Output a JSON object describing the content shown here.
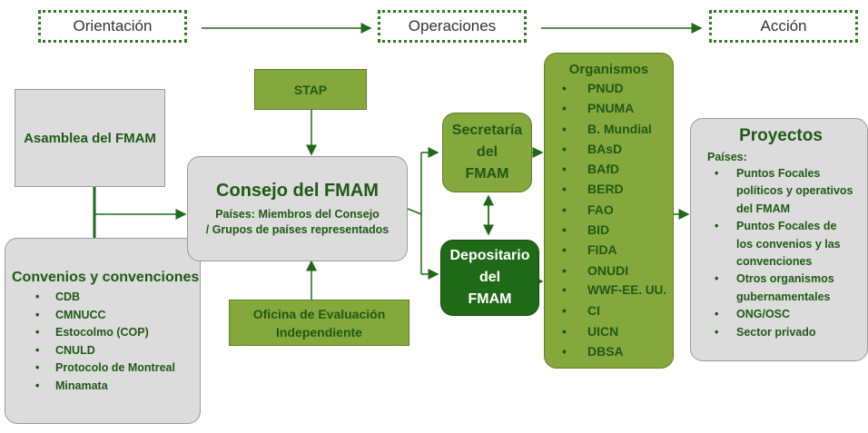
{
  "phases": {
    "orientacion": "Orientación",
    "operaciones": "Operaciones",
    "accion": "Acción"
  },
  "asamblea": {
    "label": "Asamblea del FMAM"
  },
  "convenios": {
    "title": "Convenios y convenciones",
    "items": [
      "CDB",
      "CMNUCC",
      "Estocolmo (COP)",
      "CNULD",
      "Protocolo de Montreal",
      "Minamata"
    ]
  },
  "stap": {
    "label": "STAP"
  },
  "consejo": {
    "title": "Consejo del FMAM",
    "line1": "Países: Miembros del Consejo",
    "line2": "/ Grupos de países representados"
  },
  "oficina": {
    "line1": "Oficina de Evaluación",
    "line2": "Independiente"
  },
  "secretaria": {
    "line1": "Secretaría",
    "line2": "del",
    "line3": "FMAM"
  },
  "depositario": {
    "line1": "Depositario",
    "line2": "del",
    "line3": "FMAM"
  },
  "organismos": {
    "title": "Organismos",
    "items": [
      "PNUD",
      "PNUMA",
      "B. Mundial",
      "BAsD",
      "BAfD",
      "BERD",
      "FAO",
      "BID",
      "FIDA",
      "ONUDI",
      "WWF-EE. UU.",
      "CI",
      "UICN",
      "DBSA"
    ]
  },
  "proyectos": {
    "title": "Proyectos",
    "subtitle": "Países:",
    "items": [
      "Puntos Focales políticos y operativos del FMAM",
      "Puntos Focales de los convenios y las convenciones",
      "Otros organismos gubernamentales",
      "ONG/OSC",
      "Sector privado"
    ]
  },
  "colors": {
    "dark_green": "#1f6a17",
    "mid_green": "#84a83c",
    "grey_box": "#dcdcdc",
    "text_green": "#1f5a14"
  }
}
